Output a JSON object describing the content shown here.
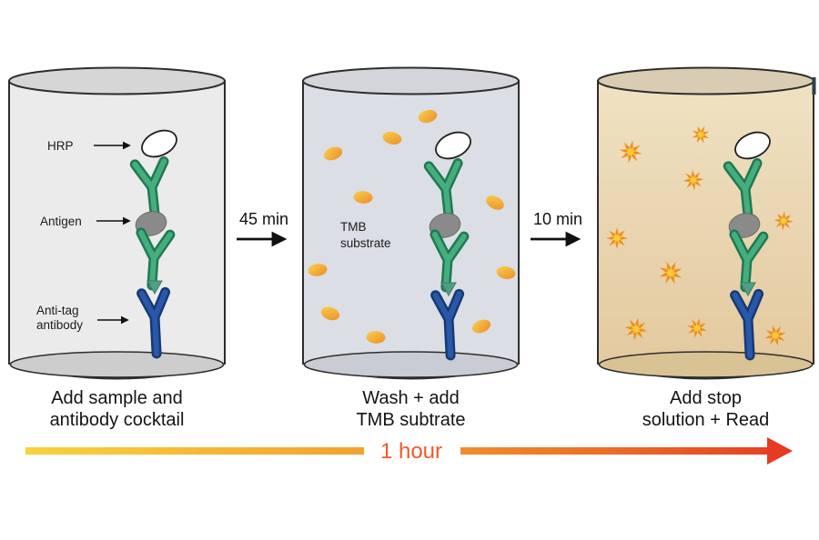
{
  "wells": [
    {
      "caption_line1": "Add sample and",
      "caption_line2": "antibody cocktail",
      "labels": {
        "hrp": "HRP",
        "antigen": "Antigen",
        "anti_tag_line1": "Anti-tag",
        "anti_tag_line2": "antibody"
      }
    },
    {
      "caption_line1": "Wash + add",
      "caption_line2": "TMB subtrate",
      "labels": {
        "tmb_line1": "TMB",
        "tmb_line2": "substrate"
      }
    },
    {
      "caption_line1": "Add stop",
      "caption_line2": "solution + Read"
    }
  ],
  "steps": [
    {
      "label": "45 min"
    },
    {
      "label": "10 min"
    }
  ],
  "timeline": {
    "label": "1 hour"
  },
  "colors": {
    "antibody_green": "#46ad7e",
    "antibody_green_dark": "#1e7a52",
    "antibody_blue": "#2a58a8",
    "antibody_blue_dark": "#153a75",
    "antigen_gray": "#8a8a8a",
    "tag_teal": "#4e9f86",
    "well1_fill": "#ebebeb",
    "well2_fill": "#dbdee4",
    "well3_fill": "#e8d3ac",
    "substrate_yellow": "#f8d23c",
    "substrate_orange": "#ec8d2a",
    "timeline_red": "#e63a22",
    "timeline_text": "#f0592a"
  }
}
